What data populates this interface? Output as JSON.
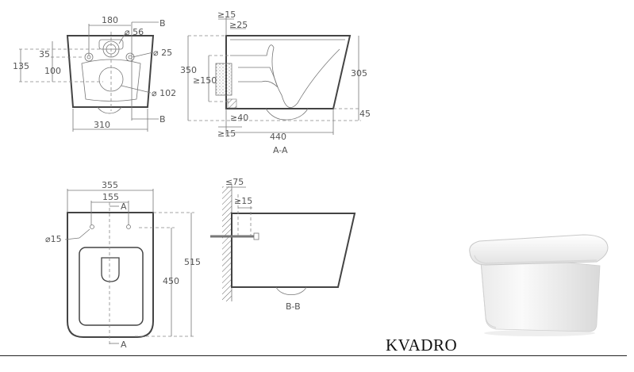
{
  "product_name": "KVADRO",
  "views": {
    "front": {
      "dims": {
        "width_holes": "180",
        "drain_dia": "⌀ 56",
        "hole_dia": "⌀ 25",
        "outlet_dia": "⌀ 102",
        "height_135": "135",
        "offset_35": "35",
        "offset_100": "100",
        "width": "310"
      },
      "section_mark_top": "B",
      "section_mark_bottom": "B"
    },
    "section_aa": {
      "label": "A-A",
      "dims": {
        "wall_gap_top": "≥15",
        "inlet_25": "≥25",
        "height": "350",
        "frame_150": "≥150",
        "rim_height": "305",
        "base_45": "45",
        "bottom_40": "≥40",
        "wall_gap_bottom": "≥15",
        "depth": "440"
      }
    },
    "plan": {
      "dims": {
        "width": "355",
        "holes_spacing": "155",
        "hole_dia": "⌀15",
        "length": "515",
        "holes_to_front": "450"
      },
      "section_mark_top": "A",
      "section_mark_bottom": "A"
    },
    "section_bb": {
      "label": "B-B",
      "dims": {
        "wall_max": "≤75",
        "min_gap": "≥15"
      }
    }
  }
}
